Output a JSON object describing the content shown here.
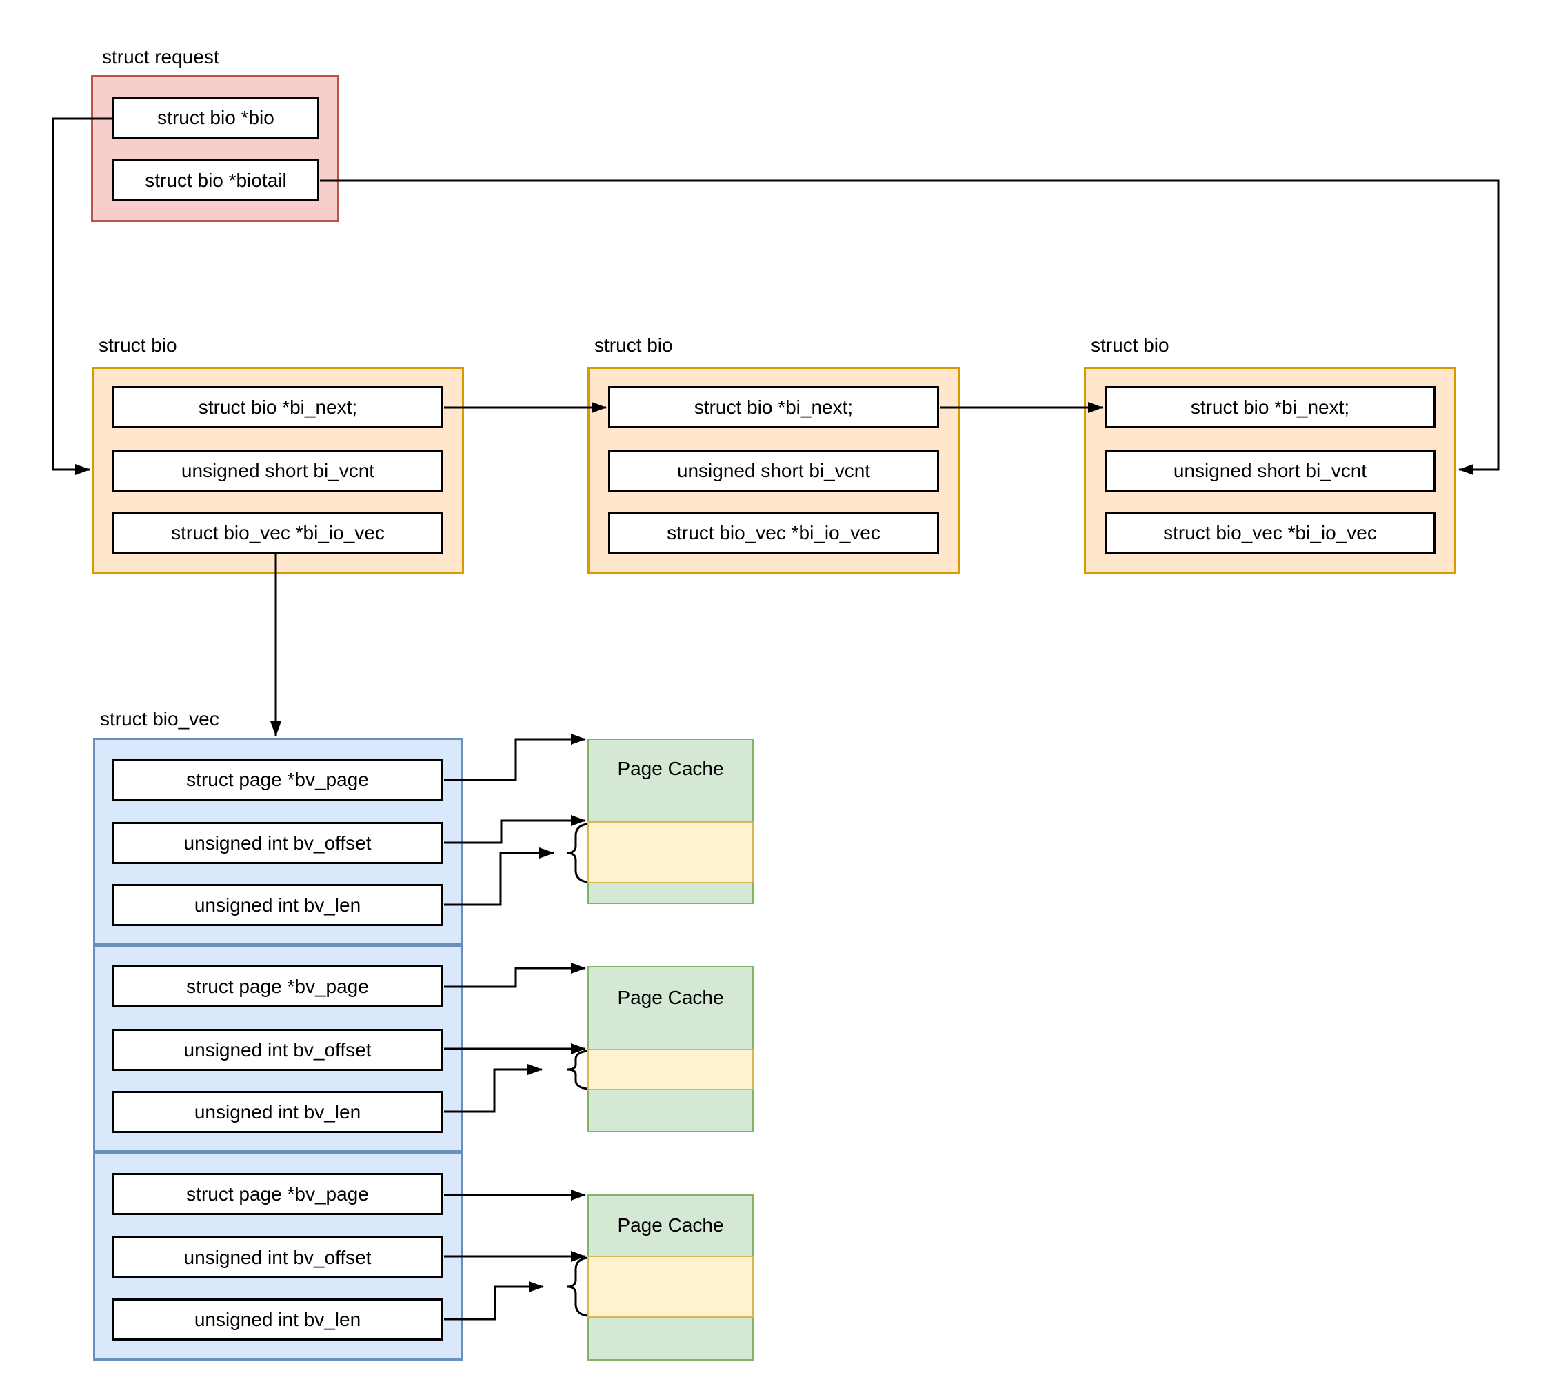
{
  "diagram": {
    "request": {
      "title": "struct request",
      "fields": [
        "struct bio *bio",
        "struct bio *biotail"
      ]
    },
    "bio": {
      "title": "struct bio",
      "fields": [
        "struct bio *bi_next;",
        "unsigned short bi_vcnt",
        "struct bio_vec *bi_io_vec"
      ]
    },
    "bio_vec": {
      "title": "struct bio_vec",
      "fields": [
        "struct page *bv_page",
        "unsigned int bv_offset",
        "unsigned int bv_len"
      ]
    },
    "page_cache": {
      "title": "Page Cache"
    },
    "colors": {
      "request_fill": "#f8cecc",
      "request_border": "#b85450",
      "bio_fill": "#ffe6cc",
      "bio_border": "#d79b00",
      "bio_vec_fill": "#dae8fc",
      "bio_vec_border": "#6c8ebf",
      "page_cache_fill": "#d5e8d4",
      "page_cache_border": "#82b366",
      "offset_region_fill": "#fff2cc",
      "offset_region_border": "#d6b656",
      "connector": "#000000"
    }
  }
}
